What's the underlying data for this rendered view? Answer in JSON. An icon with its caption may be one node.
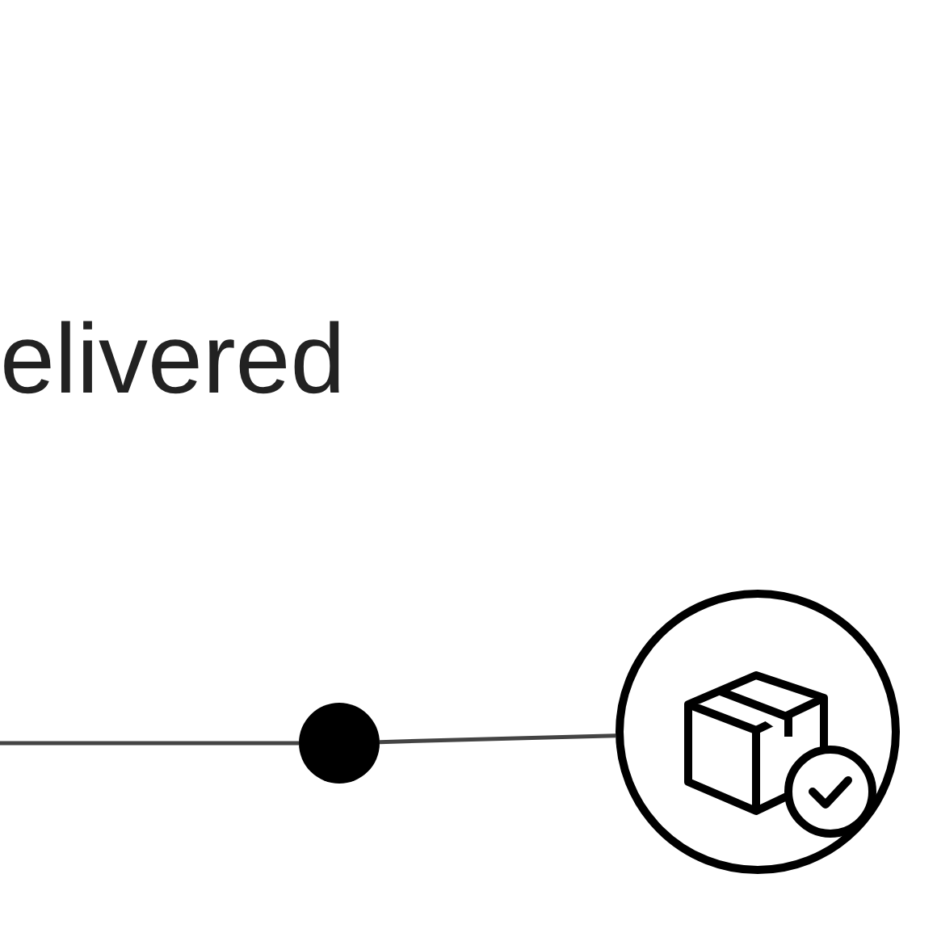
{
  "diagram": {
    "nodes": [
      {
        "text": [],
        "shape": "circle"
      },
      {
        "text": [],
        "shape": "circle"
      }
    ],
    "edges": [
      {
        "from": null,
        "to": 0,
        "arrow": "none"
      },
      {
        "from": 0,
        "to": 1,
        "arrow": "none"
      }
    ],
    "labels": [
      "elivered"
    ]
  }
}
